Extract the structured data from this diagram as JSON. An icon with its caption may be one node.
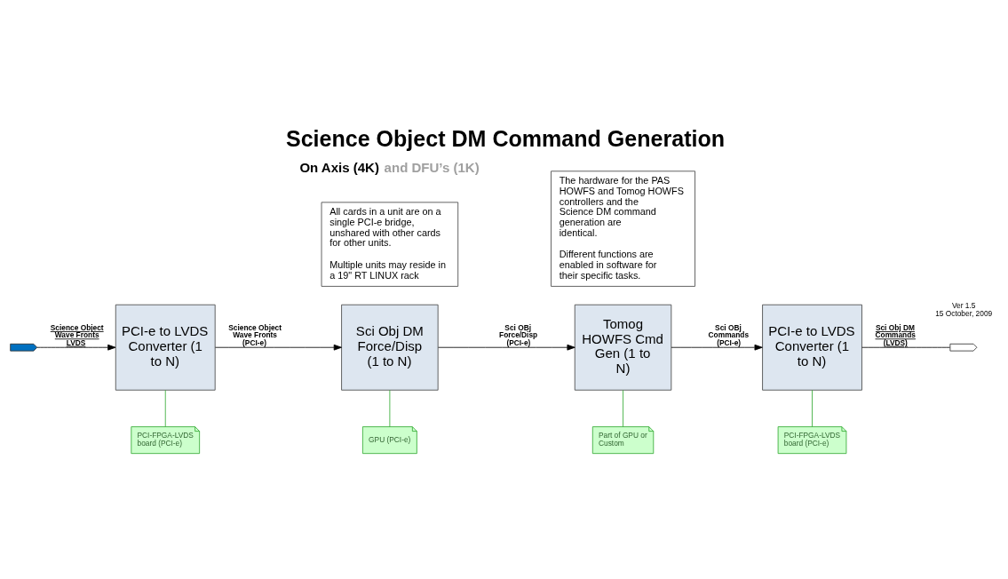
{
  "diagram": {
    "title": "Science Object DM Command Generation",
    "nodes": [
      {
        "text": [],
        "shape": "tag"
      },
      {
        "text": [
          "PCI-e to LVDS Converter (1 to N)"
        ]
      },
      {
        "text": [
          "Sci Obj DM Force/Disp (1 to N)"
        ]
      },
      {
        "text": [
          "Tomog HOWFS Cmd Gen (1 to N)"
        ]
      },
      {
        "text": [
          "PCI-e to LVDS Converter (1 to N)"
        ]
      },
      {
        "text": [],
        "shape": "tag"
      },
      {
        "text": [
          "PCI-FPGA-LVDS board (PCI-e)"
        ]
      },
      {
        "text": [
          "GPU (PCI-e)"
        ]
      },
      {
        "text": [
          "Part of GPU or Custom"
        ]
      },
      {
        "text": [
          "PCI-FPGA-LVDS board (PCI-e)"
        ]
      },
      {
        "text": [
          "All cards in a unit are on a single PCI-e bridge, unshared with other cards for other units.",
          "Multiple units may reside in a 19\" RT LINUX rack"
        ]
      },
      {
        "text": [
          "The hardware for the PAS HOWFS and Tomog HOWFS controllers and the Science DM command  generation are identical.",
          "Different functions are enabled in software for their specific tasks."
        ]
      }
    ],
    "edges": [
      {
        "from": 0,
        "to": 1,
        "arrow": "to",
        "label": "Science Object Wave Fronts LVDS"
      },
      {
        "from": 1,
        "to": 2,
        "arrow": "to",
        "label": "Science Object Wave Fronts (PCI-e)"
      },
      {
        "from": 2,
        "to": 3,
        "arrow": "to",
        "label": "Sci OBj Force/Disp (PCI-e)"
      },
      {
        "from": 3,
        "to": 4,
        "arrow": "to",
        "label": "Sci OBj Commands (PCI-e)"
      },
      {
        "from": 4,
        "to": 5,
        "arrow": "none",
        "label": "Sci Obj DM Commands (LVDS)"
      },
      {
        "from": 6,
        "to": 1,
        "arrow": "none",
        "color": "#33aa33"
      },
      {
        "from": 7,
        "to": 2,
        "arrow": "none",
        "color": "#33aa33"
      },
      {
        "from": 8,
        "to": 3,
        "arrow": "none",
        "color": "#33aa33"
      },
      {
        "from": 9,
        "to": 4,
        "arrow": "none",
        "color": "#33aa33"
      }
    ],
    "labels": [
      "On Axis (4K)",
      "and DFU’s (1K)",
      "Ver 1.5",
      "15 October, 2009"
    ]
  }
}
